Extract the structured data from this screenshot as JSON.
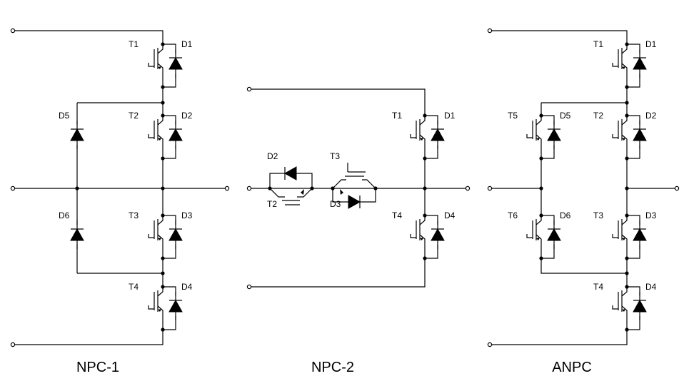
{
  "titles": {
    "npc1": "NPC-1",
    "npc2": "NPC-2",
    "anpc": "ANPC"
  },
  "labels": {
    "T1": "T1",
    "T2": "T2",
    "T3": "T3",
    "T4": "T4",
    "T5": "T5",
    "T6": "T6",
    "D1": "D1",
    "D2": "D2",
    "D3": "D3",
    "D4": "D4",
    "D5": "D5",
    "D6": "D6"
  }
}
